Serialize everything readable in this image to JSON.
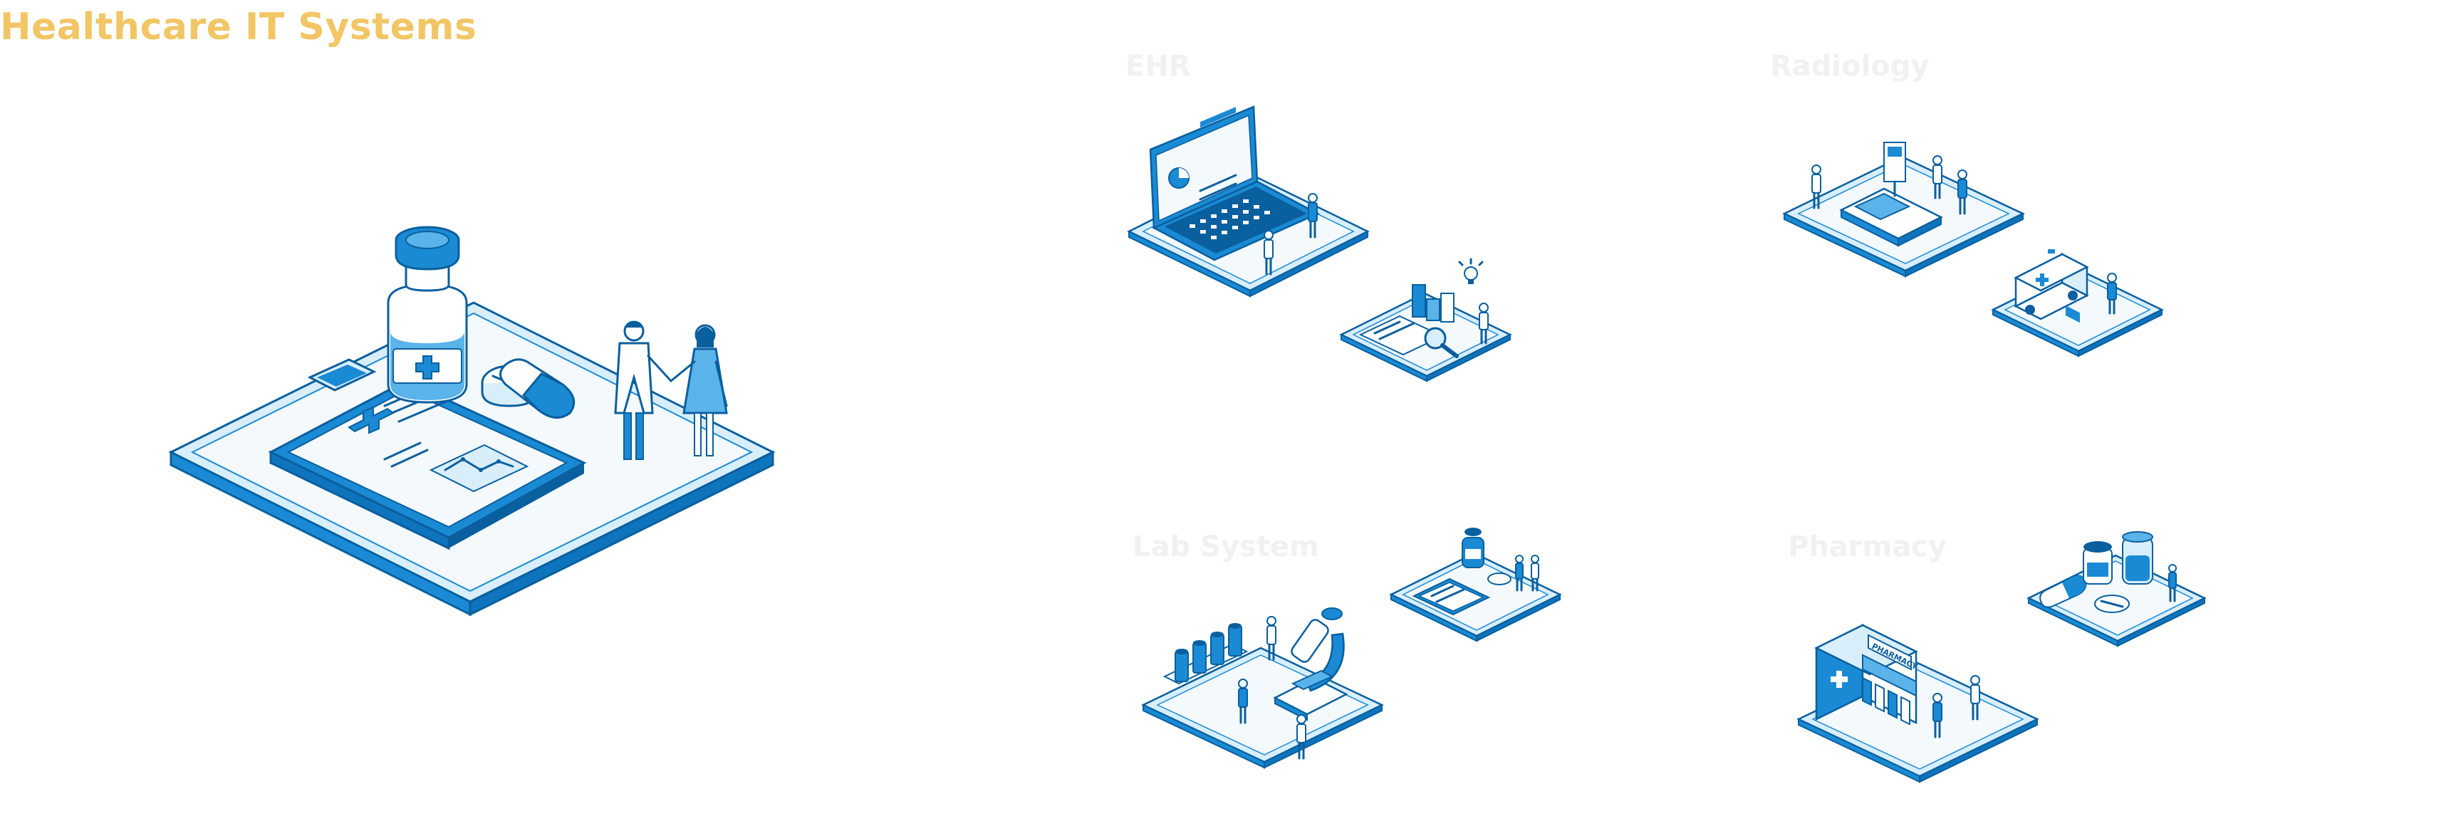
{
  "header": {
    "title": "Healthcare IT Systems"
  },
  "sections": {
    "ehr": {
      "label": "EHR"
    },
    "radiology": {
      "label": "Radiology"
    },
    "lab": {
      "label": "Lab System"
    },
    "pharmacy": {
      "label": "Pharmacy",
      "sign_text": "PHARMACY"
    }
  },
  "colors": {
    "title": "#f2c665",
    "labels": "#f1f1f1",
    "primary_blue": "#1a8ad4",
    "dark_blue": "#0a5f9e",
    "light_blue": "#d8eefb",
    "platform_top": "#f4f9fd"
  }
}
